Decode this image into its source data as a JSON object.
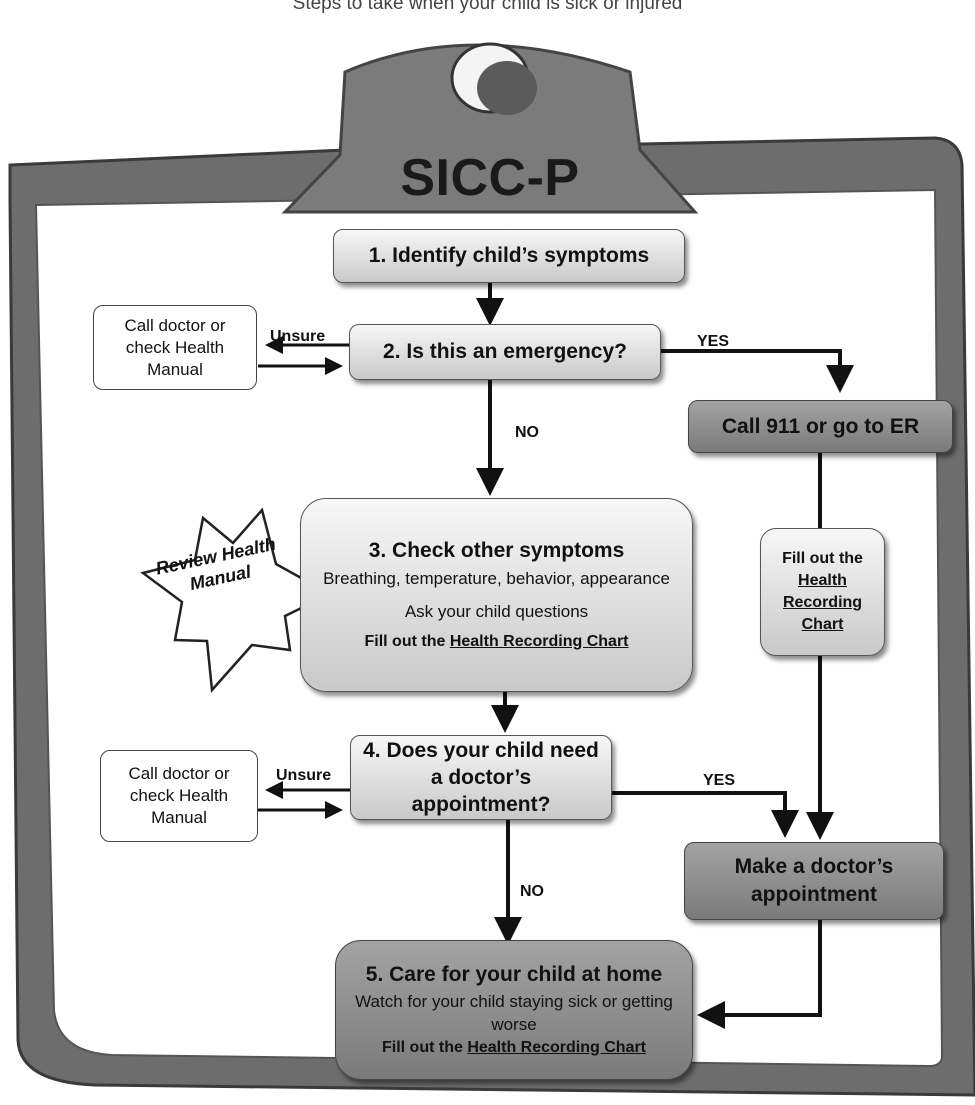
{
  "caption": "Steps to take when your child is sick or injured",
  "title": "SICC-P",
  "colors": {
    "board": "#6d6d6d",
    "paper": "#ffffff",
    "light_box": "#d6d6d6",
    "dark_box": "#8c8c8c"
  },
  "steps": {
    "s1": {
      "title": "1. Identify child’s symptoms"
    },
    "s2": {
      "title": "2. Is this an emergency?"
    },
    "s3": {
      "title": "3. Check other symptoms",
      "line1": "Breathing, temperature, behavior, appearance",
      "line2": "Ask your child questions",
      "fill_prefix": "Fill out the ",
      "fill_link": "Health Recording Chart"
    },
    "s4": {
      "title": "4. Does your child need a doctor’s appointment?"
    },
    "s5": {
      "title": "5. Care for your child at home",
      "line1": "Watch for your child staying sick or getting worse",
      "fill_prefix": "Fill out the ",
      "fill_link": "Health Recording Chart"
    }
  },
  "call911": "Call 911 or go to ER",
  "fill_chart_box": {
    "prefix": "Fill out the",
    "link": "Health Recording Chart"
  },
  "make_appointment": "Make a doctor’s appointment",
  "call_doctor": "Call doctor or check Health Manual",
  "star": "Review Health Manual",
  "labels": {
    "unsure": "Unsure",
    "yes": "YES",
    "no": "NO"
  }
}
